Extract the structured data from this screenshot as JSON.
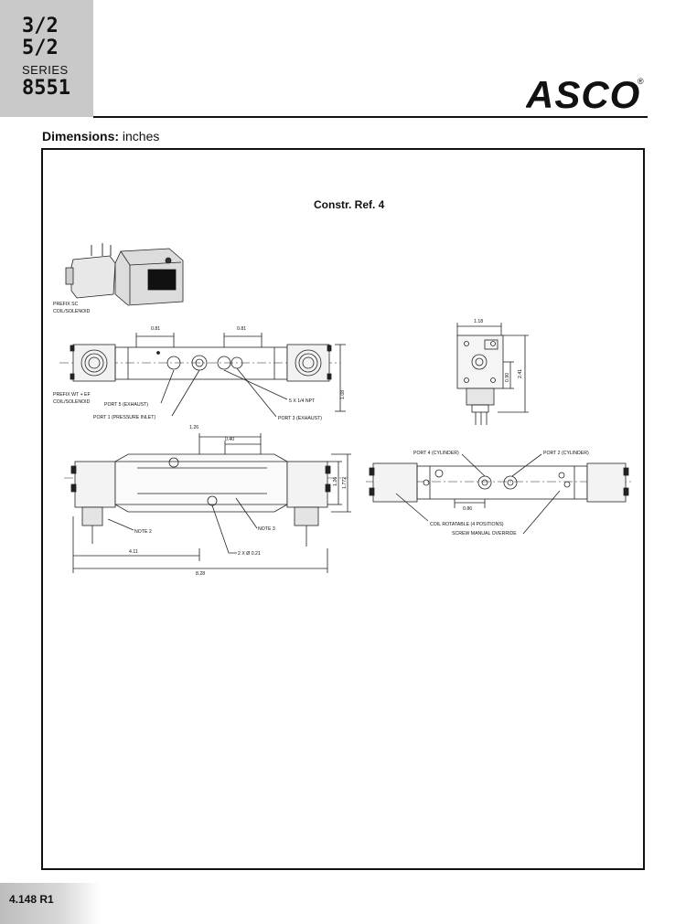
{
  "series": {
    "line1": "3/2",
    "line2": "5/2",
    "label": "SERIES",
    "number": "8551"
  },
  "brand": {
    "logo_text": "ASCO",
    "registered": "®"
  },
  "section": {
    "title_bold": "Dimensions:",
    "title_rest": " inches"
  },
  "drawing": {
    "constr_ref": "Constr. Ref. 4",
    "labels": {
      "prefix_sc_1": "PREFIX SC",
      "prefix_sc_2": "COIL/SOLENOID",
      "prefix_wt_1": "PREFIX WT + EF",
      "prefix_wt_2": "COIL/SOLENOID",
      "port5": "PORT 5 (EXHAUST)",
      "port1": "PORT 1 (PRESSURE INLET)",
      "port3": "PORT 3 (EXHAUST)",
      "npt": "5 X  1/4 NPT",
      "port4": "PORT 4 (CYLINDER)",
      "port2": "PORT 2 (CYLINDER)",
      "note2": "NOTE 2",
      "note3": "NOTE 3",
      "holes": "2 X Ø 0.21",
      "coil_rot": "COIL ROTATABLE (4 POSITIONS)",
      "override": "SCREW MANUAL OVERRIDE"
    },
    "dims": {
      "d081a": "0.81",
      "d081b": "0.81",
      "d118": "1.18",
      "d090": "0.90",
      "d241": "2.41",
      "d108": "1.08",
      "d126a": "1.26",
      "d040": "0.40",
      "d126b": "1.26",
      "d1772": "1.772",
      "d086": "0.86",
      "d411": "4.11",
      "d828": "8.28"
    }
  },
  "footer": {
    "page": "4.148 R1"
  }
}
